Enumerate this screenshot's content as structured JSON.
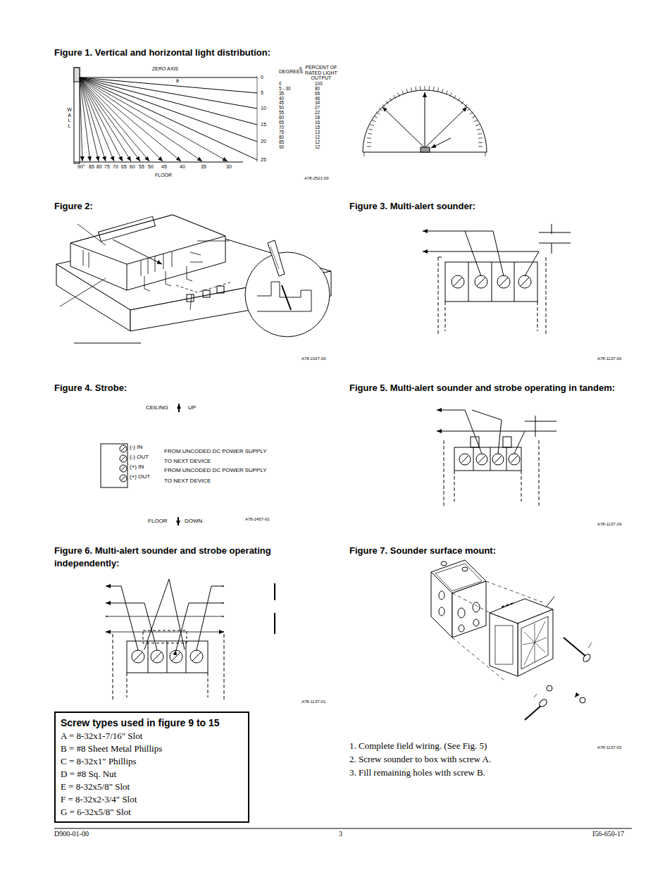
{
  "diagram": {
    "nodes": [
      {
        "text": [
          "Screw types used in figure 9 to 15",
          "A = 8-32x1-7/16\" Slot",
          "B = #8 Sheet Metal Phillips",
          "C = 8-32x1\" Phillips",
          "D = #8 Sq. Nut",
          "E = 8-32x5/8\" Slot",
          "F = 8-32x2-3/4\" Slot",
          "G = 6-32x5/8\" Slot"
        ]
      }
    ],
    "labels": [
      "Figure 1. Vertical and horizontal light distribution:",
      "ZERO AXIS",
      "θ",
      "DEGREES",
      "θ",
      "PERCENT OF RATED LIGHT OUTPUT",
      "0",
      "5",
      "10",
      "15",
      "20",
      "25",
      "0",
      "5 - 30",
      "35",
      "40",
      "45",
      "50",
      "55",
      "60",
      "65",
      "70",
      "75",
      "80",
      "85",
      "90",
      "100",
      "80",
      "65",
      "46",
      "34",
      "27",
      "22",
      "18",
      "16",
      "15",
      "13",
      "12",
      "12",
      "12",
      "90°",
      "85",
      "80",
      "75",
      "70",
      "65",
      "60",
      "55",
      "50",
      "45",
      "40",
      "35",
      "30",
      "FLOOR",
      "WALL",
      "A78-2521-00",
      "Figure 2:",
      "A78-2167-00",
      "Figure 3. Multi-alert sounder:",
      "A78-1137-00",
      "Figure 4. Strobe:",
      "CEILING",
      "UP",
      "(-) IN",
      "FROM UNCODED DC POWER SUPPLY",
      "(-) OUT",
      "TO NEXT DEVICE",
      "(+) IN",
      "FROM UNCODED DC POWER SUPPLY",
      "(+) OUT",
      "TO NEXT DEVICE",
      "FLOOR",
      "DOWN",
      "A78-2457-01",
      "Figure 5. Multi-alert sounder and strobe operating in tandem:",
      "A78-1137-29",
      "Figure 6. Multi-alert sounder and strobe operating independently:",
      "A78-1137-01",
      "Figure 7. Sounder surface mount:",
      "1. Complete field wiring. (See Fig. 5)",
      "2. Screw sounder to box with screw A.",
      "3. Fill remaining holes with screw B.",
      "A78-1137-03",
      "D900-01-00",
      "3",
      "I56-650-17"
    ]
  }
}
